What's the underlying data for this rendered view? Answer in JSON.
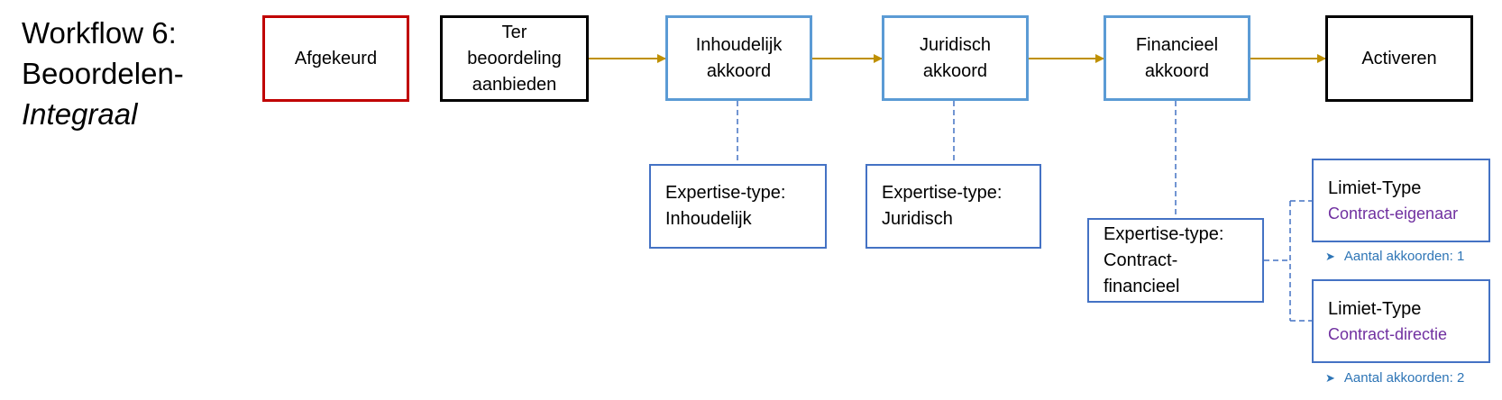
{
  "title": {
    "line1": "Workflow 6:",
    "line2": "Beoordelen-",
    "line3": "Integraal"
  },
  "states": {
    "afgekeurd": "Afgekeurd",
    "ter_beoordeling": [
      "Ter",
      "beoordeling",
      "aanbieden"
    ],
    "inhoudelijk": [
      "Inhoudelijk",
      "akkoord"
    ],
    "juridisch": [
      "Juridisch",
      "akkoord"
    ],
    "financieel": [
      "Financieel",
      "akkoord"
    ],
    "activeren": "Activeren"
  },
  "expertise": {
    "inhoudelijk": [
      "Expertise-type:",
      "Inhoudelijk"
    ],
    "juridisch": [
      "Expertise-type:",
      "Juridisch"
    ],
    "financieel": [
      "Expertise-type:",
      "Contract-",
      "financieel"
    ]
  },
  "limits": [
    {
      "type": "Limiet-Type",
      "value": "Contract-eigenaar",
      "note": "Aantal akkoorden: 1"
    },
    {
      "type": "Limiet-Type",
      "value": "Contract-directie",
      "note": "Aantal akkoorden: 2"
    }
  ],
  "colors": {
    "flow_arrow": "#bf9000",
    "rejected_border": "#c00000",
    "approval_border": "#5b9bd5",
    "expertise_border": "#4472c4",
    "limit_value": "#7030a0",
    "note": "#2e75b6"
  },
  "icons": {
    "note_bullet": "arrowhead-bullet-icon"
  }
}
